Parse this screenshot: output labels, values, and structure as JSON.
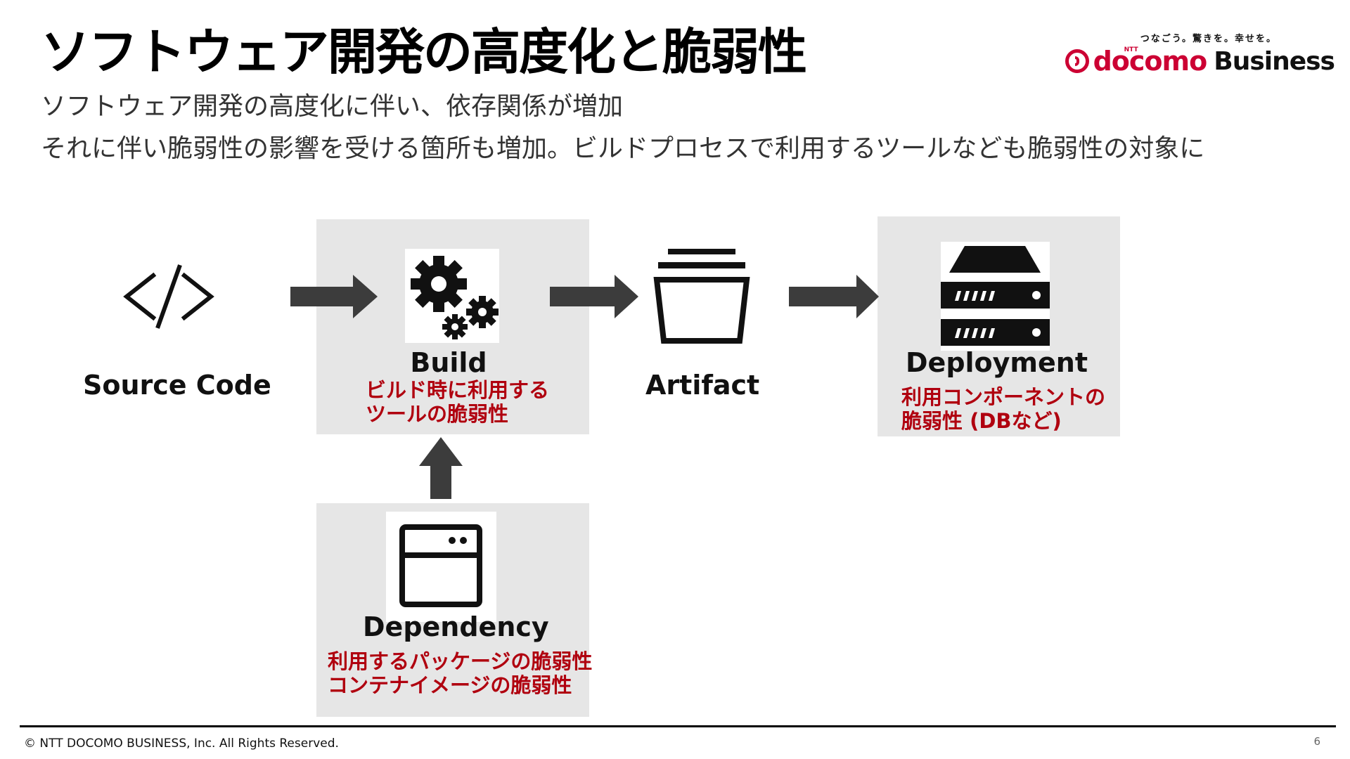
{
  "title": "ソフトウェア開発の高度化と脆弱性",
  "subtitle_lines": [
    "ソフトウェア開発の高度化に伴い、依存関係が増加",
    "それに伴い脆弱性の影響を受ける箇所も増加。ビルドプロセスで利用するツールなども脆弱性の対象に"
  ],
  "logo": {
    "tagline": "つなごう。驚きを。幸せを。",
    "ntt": "NTT",
    "docomo": "docomo",
    "business": "Business",
    "color": "#cc0033"
  },
  "nodes": {
    "source": {
      "label": "Source Code",
      "icon": "code-icon"
    },
    "build": {
      "label": "Build",
      "icon": "gears-icon",
      "notes": [
        "ビルド時に利用する",
        "ツールの脆弱性"
      ]
    },
    "artifact": {
      "label": "Artifact",
      "icon": "artifact-box-icon"
    },
    "deployment": {
      "label": "Deployment",
      "icon": "server-icon",
      "notes": [
        "利用コンポーネントの",
        "脆弱性 (DBなど)"
      ]
    },
    "dependency": {
      "label": "Dependency",
      "icon": "window-icon",
      "notes": [
        "利用するパッケージの脆弱性",
        "コンテナイメージの脆弱性"
      ]
    }
  },
  "colors": {
    "note": "#b0000f",
    "box": "#e6e6e6",
    "arrow": "#3c3c3c"
  },
  "footer": {
    "copyright": "© NTT DOCOMO BUSINESS, Inc. All Rights Reserved.",
    "page": "6"
  }
}
